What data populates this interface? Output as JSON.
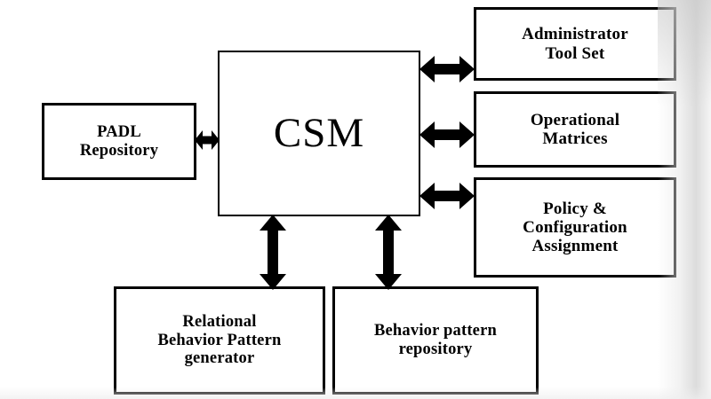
{
  "diagram": {
    "title": "CSM architecture block diagram",
    "background_color": "#ffffff",
    "line_color": "#000000",
    "nodes": {
      "csm": {
        "label": "CSM"
      },
      "padl_repository": {
        "label": "PADL\nRepository"
      },
      "administrator_tool_set": {
        "label": "Administrator\nTool Set"
      },
      "operational_matrices": {
        "label": "Operational\nMatrices"
      },
      "policy_configuration_assignment": {
        "label": "Policy &\nConfiguration\nAssignment"
      },
      "relational_behavior_pattern_generator": {
        "label": "Relational\nBehavior Pattern\ngenerator"
      },
      "behavior_pattern_repository": {
        "label": "Behavior pattern\nrepository"
      }
    },
    "connections": [
      {
        "from": "padl_repository",
        "to": "csm",
        "type": "bidirectional",
        "orientation": "horizontal"
      },
      {
        "from": "csm",
        "to": "administrator_tool_set",
        "type": "bidirectional",
        "orientation": "horizontal"
      },
      {
        "from": "csm",
        "to": "operational_matrices",
        "type": "bidirectional",
        "orientation": "horizontal"
      },
      {
        "from": "csm",
        "to": "policy_configuration_assignment",
        "type": "bidirectional",
        "orientation": "horizontal"
      },
      {
        "from": "csm",
        "to": "relational_behavior_pattern_generator",
        "type": "bidirectional",
        "orientation": "vertical"
      },
      {
        "from": "csm",
        "to": "behavior_pattern_repository",
        "type": "bidirectional",
        "orientation": "vertical"
      }
    ]
  }
}
